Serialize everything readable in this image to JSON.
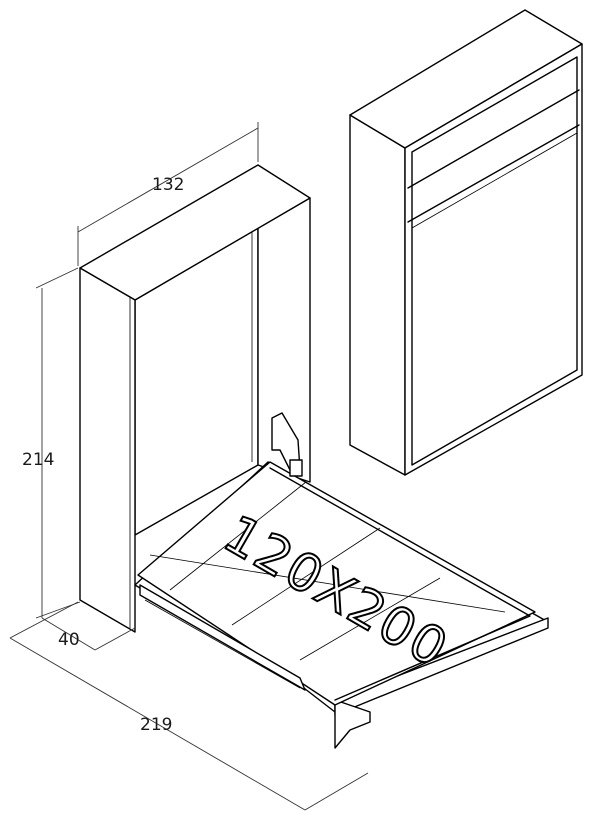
{
  "dimensions": {
    "width": "132",
    "height": "214",
    "depth_closed": "40",
    "depth_open": "219"
  },
  "mattress_size": "120X200",
  "colors": {
    "line": "#000000",
    "background": "#ffffff"
  }
}
